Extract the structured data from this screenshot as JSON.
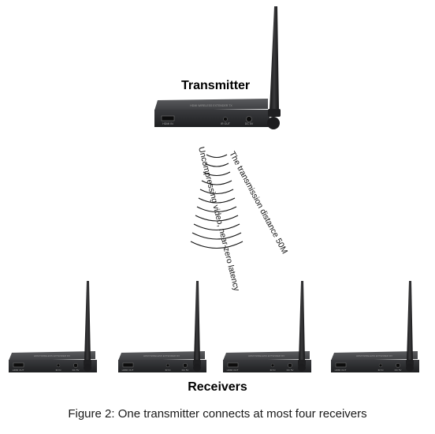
{
  "transmitter": {
    "label": "Transmitter",
    "port_hdmi": "HDMI IN",
    "port_ir": "IR OUT",
    "port_dc": "DC 5V",
    "panel_text": "HDMI WIRELESS EXTENDER TX"
  },
  "signal": {
    "left_text": "Uncompressing video, near-zero latency",
    "right_text": "The transmission distance 50M"
  },
  "receivers": {
    "label": "Receivers",
    "items": [
      {
        "port_hdmi": "HDMI OUT",
        "port_ir": "IR IN",
        "port_dc": "DC 5V",
        "panel_text": "HDMI WIRELESS EXTENDER RX"
      },
      {
        "port_hdmi": "HDMI OUT",
        "port_ir": "IR IN",
        "port_dc": "DC 5V",
        "panel_text": "HDMI WIRELESS EXTENDER RX"
      },
      {
        "port_hdmi": "HDMI OUT",
        "port_ir": "IR IN",
        "port_dc": "DC 5V",
        "panel_text": "HDMI WIRELESS EXTENDER RX"
      },
      {
        "port_hdmi": "HDMI OUT",
        "port_ir": "IR IN",
        "port_dc": "DC 5V",
        "panel_text": "HDMI WIRELESS EXTENDER RX"
      }
    ]
  },
  "caption": "Figure 2: One transmitter connects at most four receivers",
  "colors": {
    "device_body": "#2e2f31",
    "device_top": "#4a4b4e",
    "antenna": "#1f1f21",
    "arc": "#111111"
  }
}
